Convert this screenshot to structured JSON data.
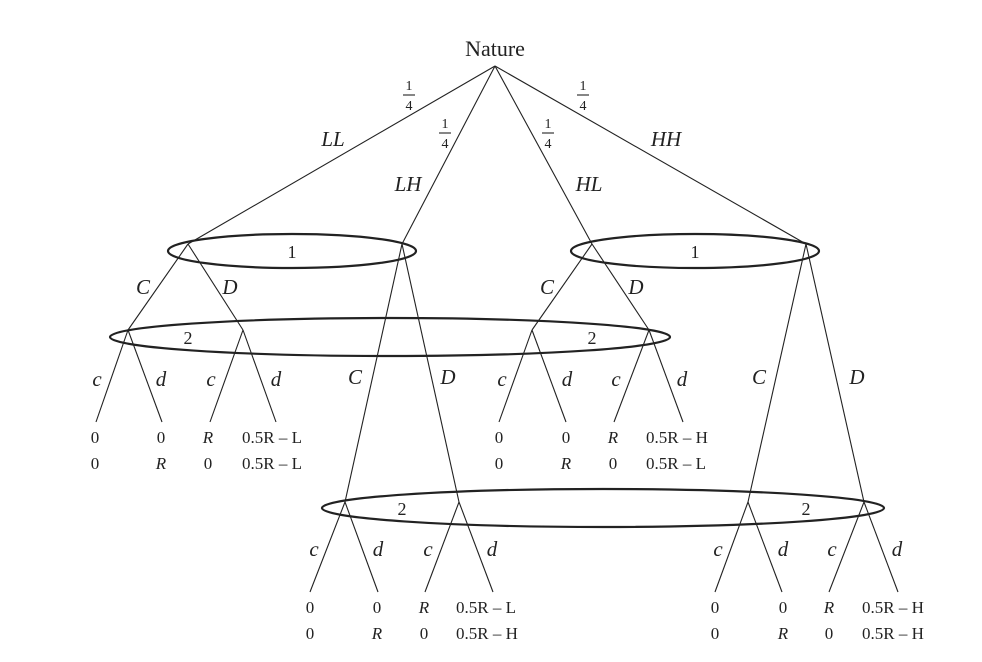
{
  "root_label": "Nature",
  "probabilities": [
    "1",
    "4",
    "1",
    "4",
    "1",
    "4",
    "1",
    "4"
  ],
  "nature_branches": [
    "LL",
    "LH",
    "HL",
    "HH"
  ],
  "info_sets": [
    "1",
    "1",
    "2",
    "2",
    "2",
    "2"
  ],
  "player1_actions": [
    "C",
    "D",
    "C",
    "D",
    "C",
    "D",
    "C",
    "D"
  ],
  "player2_actions": [
    "c",
    "d",
    "c",
    "d",
    "c",
    "d",
    "c",
    "d",
    "c",
    "d",
    "c",
    "d",
    "c",
    "d",
    "c",
    "d"
  ],
  "payoffs": {
    "LL": [
      [
        "0",
        "0"
      ],
      [
        "0",
        "R"
      ],
      [
        "R",
        "0"
      ],
      [
        "0.5R – L",
        "0.5R – L"
      ]
    ],
    "HL": [
      [
        "0",
        "0"
      ],
      [
        "0",
        "R"
      ],
      [
        "R",
        "0"
      ],
      [
        "0.5R – H",
        "0.5R – L"
      ]
    ],
    "LH": [
      [
        "0",
        "0"
      ],
      [
        "0",
        "R"
      ],
      [
        "R",
        "0"
      ],
      [
        "0.5R – L",
        "0.5R – H"
      ]
    ],
    "HH": [
      [
        "0",
        "0"
      ],
      [
        "0",
        "R"
      ],
      [
        "R",
        "0"
      ],
      [
        "0.5R – H",
        "0.5R – H"
      ]
    ]
  }
}
